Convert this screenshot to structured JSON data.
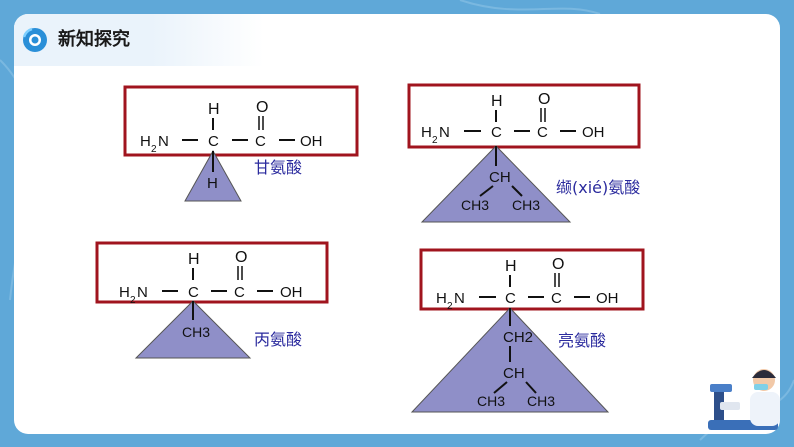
{
  "header": {
    "title": "新知探究"
  },
  "common": {
    "h_top": "H",
    "o_top": "O",
    "amino": "H",
    "amino_sub": "2",
    "amino_n": "N",
    "c": "C",
    "oh": "OH"
  },
  "glycine": {
    "name": "甘氨酸",
    "r_group": "H"
  },
  "valine": {
    "name": "缬(xié)氨酸",
    "r_ch": "CH",
    "r_ch3_left": "CH3",
    "r_ch3_right": "CH3"
  },
  "alanine": {
    "name": "丙氨酸",
    "r_group": "CH3"
  },
  "leucine": {
    "name": "亮氨酸",
    "r_ch2": "CH2",
    "r_ch": "CH",
    "r_ch3_left": "CH3",
    "r_ch3_right": "CH3"
  },
  "colors": {
    "box_border": "#a0141e",
    "triangle_fill": "#8f8fc8",
    "name_text": "#2b2b9e"
  }
}
